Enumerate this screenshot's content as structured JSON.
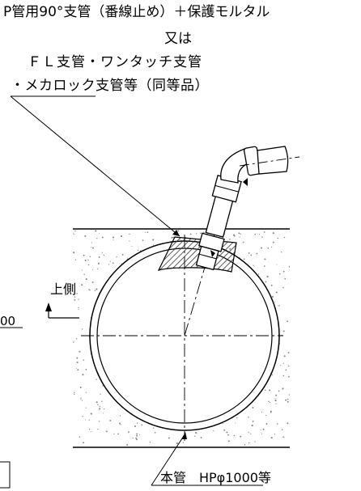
{
  "labels": {
    "pipe_title": "P管用90°支管（番線止め）＋保護モルタル",
    "or_text": "又は",
    "fl_text": "ＦＬ支管・ワンタッチ支管",
    "meca_text": "・メカロック支管等（同等品）",
    "upper_side": "上側",
    "left_fragment": "00",
    "main_pipe": "本管　HPφ1000等"
  },
  "colors": {
    "line": "#000000",
    "hatch": "#555555",
    "speckle": "#888888",
    "background": "#ffffff"
  }
}
